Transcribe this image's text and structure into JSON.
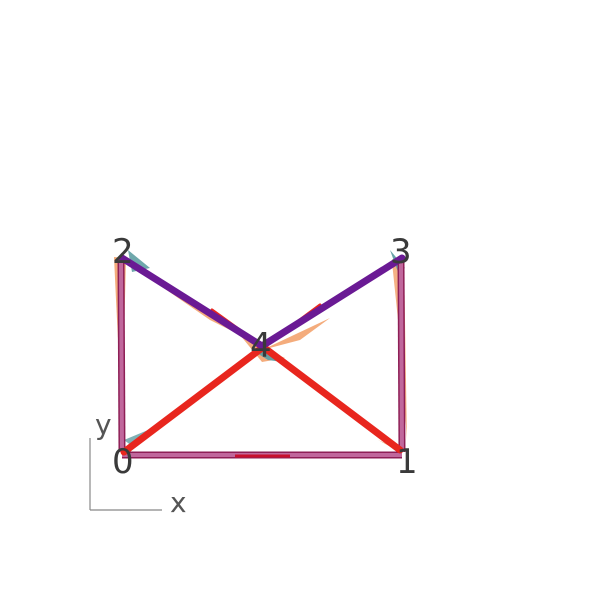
{
  "nodes": [
    {
      "id": "node-0",
      "label": "0"
    },
    {
      "id": "node-1",
      "label": "1"
    },
    {
      "id": "node-2",
      "label": "2"
    },
    {
      "id": "node-3",
      "label": "3"
    },
    {
      "id": "node-4",
      "label": "4"
    }
  ],
  "axes": {
    "x_label": "x",
    "y_label": "y"
  },
  "colors": {
    "frame_pink": "#c0679c",
    "frame_dark": "#8e1f56",
    "brace_red": "#e8261e",
    "brace_purple": "#6a1a94",
    "fill_orange": "#f3a36e",
    "fill_teal": "#5f9ea3",
    "axis": "#888888"
  }
}
